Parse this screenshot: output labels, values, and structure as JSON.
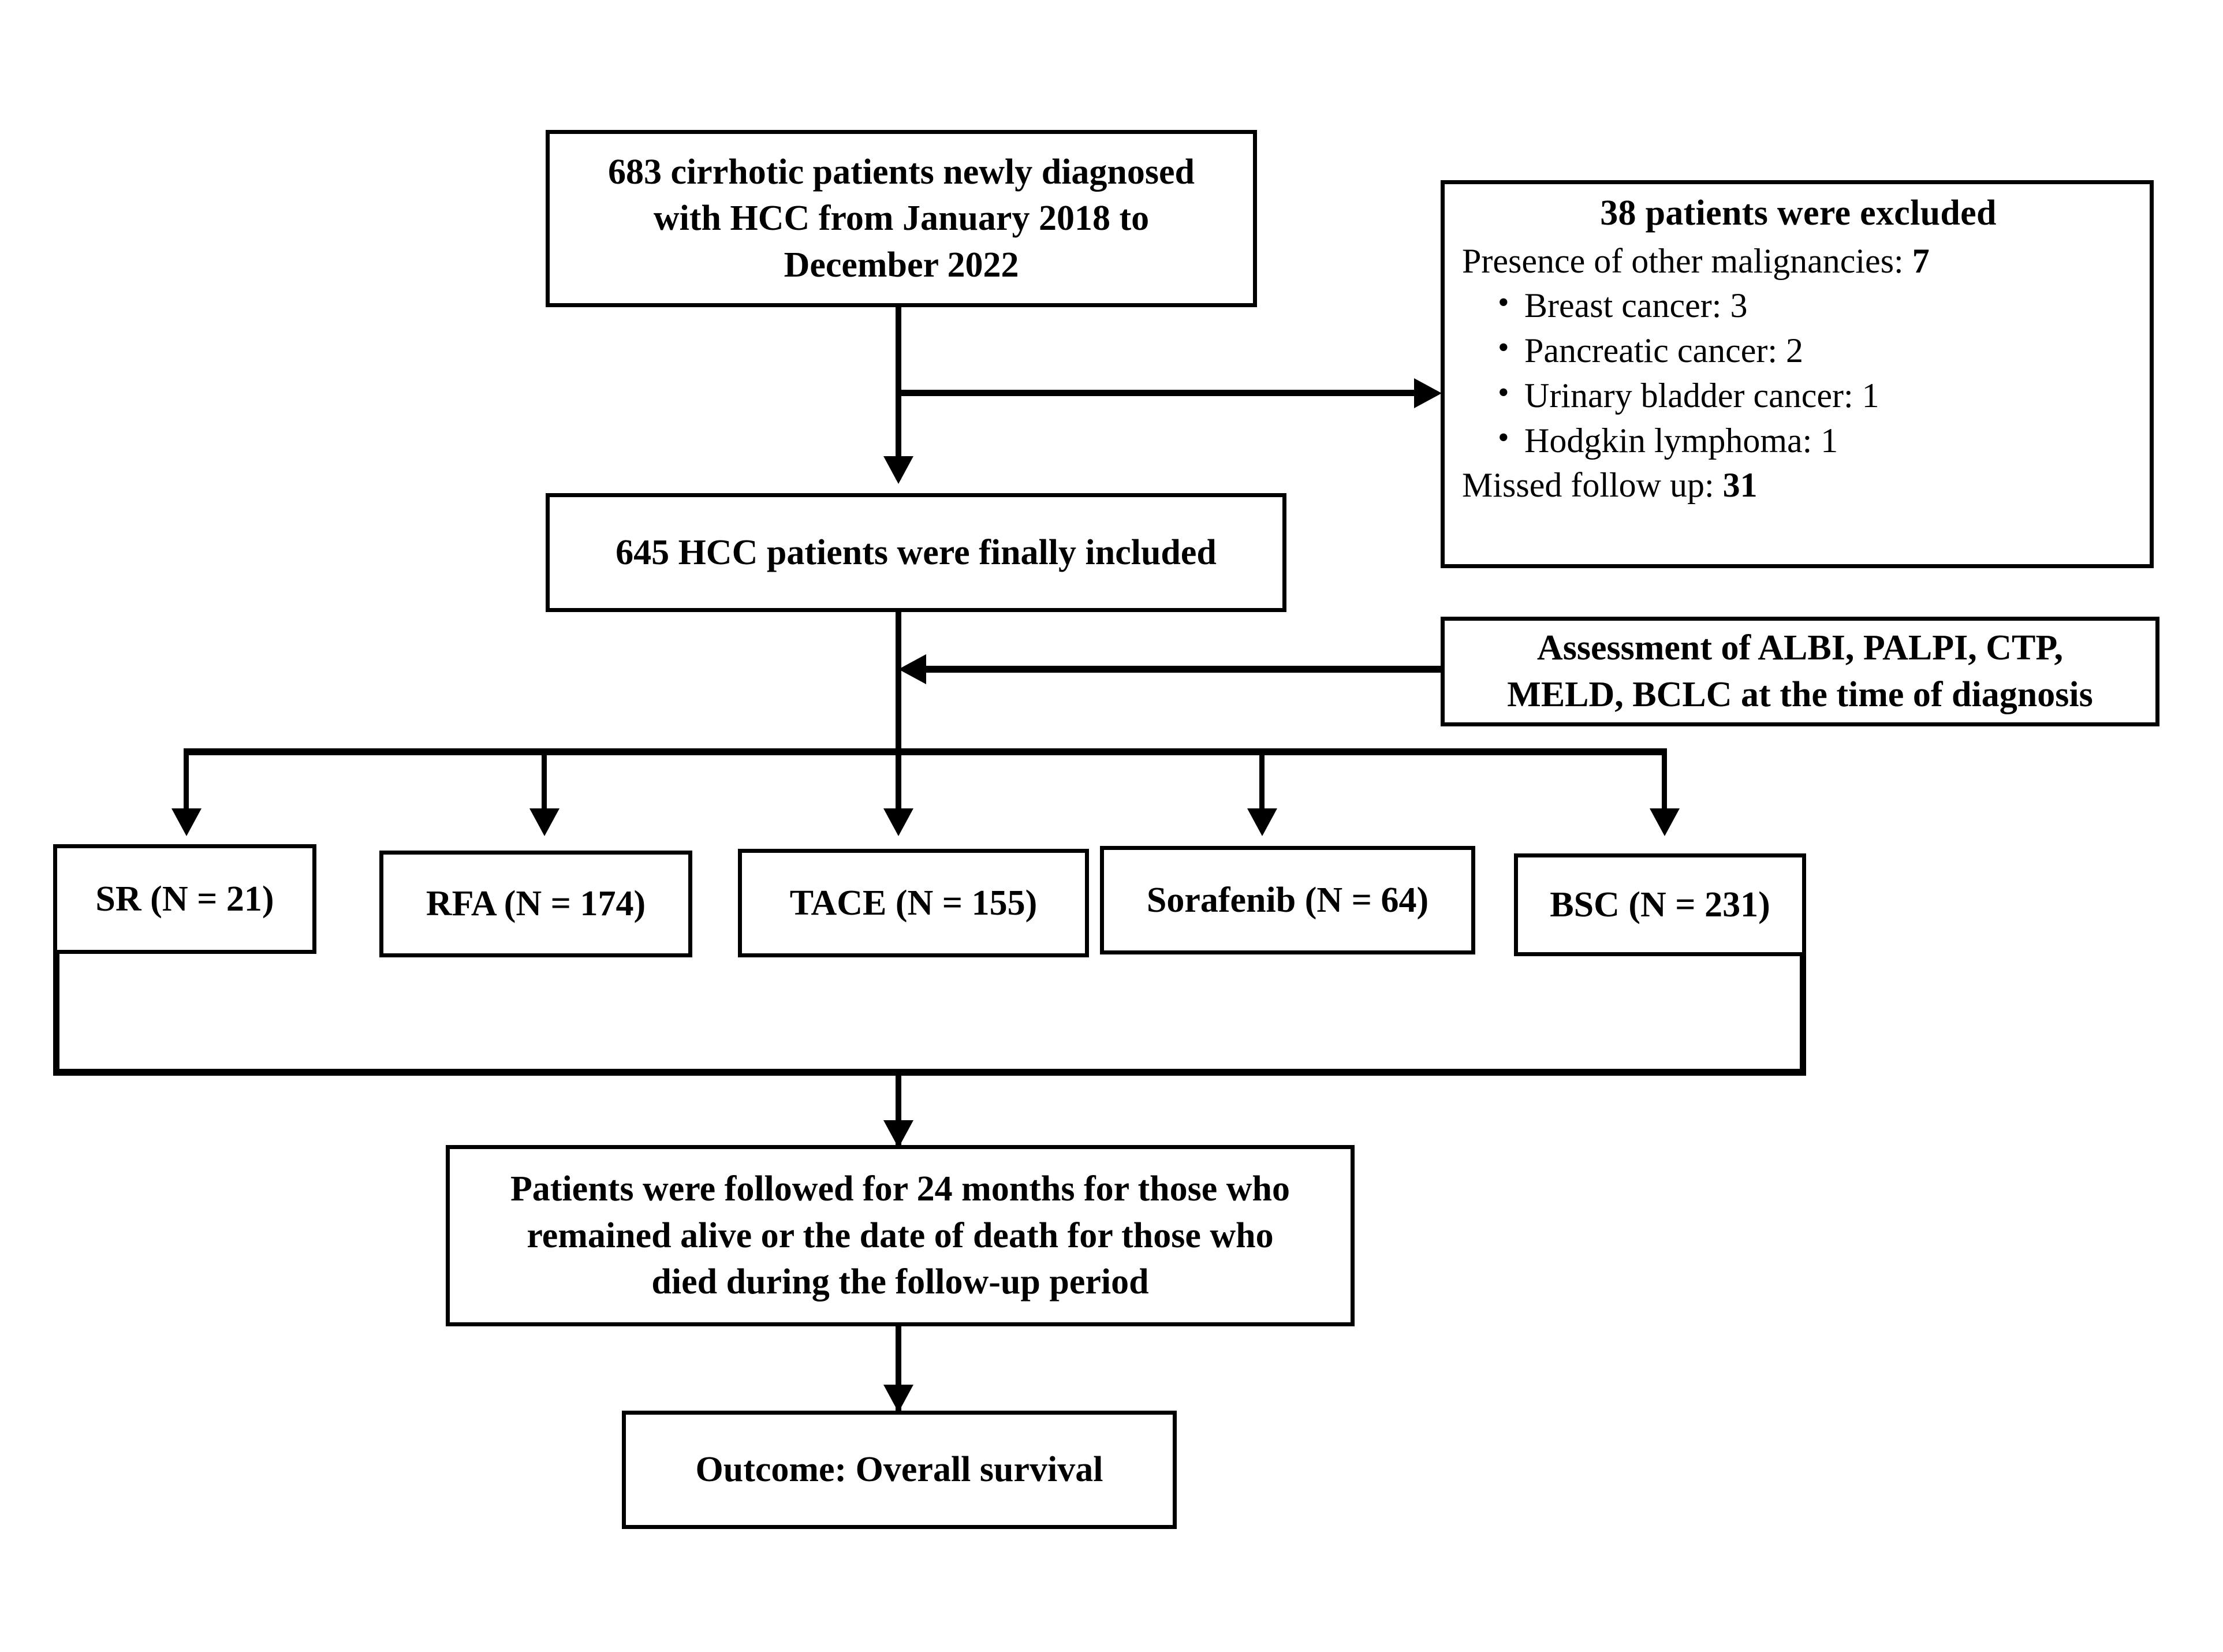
{
  "diagram": {
    "type": "flowchart",
    "title": "HCC patient cohort flow diagram",
    "boxes": {
      "source_cohort": {
        "line1": "683 cirrhotic patients newly diagnosed",
        "line2": "with HCC  from January 2018 to",
        "line3": "December 2022"
      },
      "excluded": {
        "title": "38 patients were excluded",
        "malignancies_label": "Presence of other malignancies: ",
        "malignancies_count": "7",
        "items": [
          {
            "bullet": "•",
            "text": "Breast cancer: 3"
          },
          {
            "bullet": "•",
            "text": "Pancreatic cancer: 2"
          },
          {
            "bullet": "•",
            "text": "Urinary bladder cancer: 1"
          },
          {
            "bullet": "•",
            "text": "Hodgkin lymphoma: 1"
          }
        ],
        "missed_label": "Missed follow up: ",
        "missed_count": "31"
      },
      "included": {
        "text": "645 HCC patients were finally included"
      },
      "assessment": {
        "line1": "Assessment of ALBI, PALPI, CTP,",
        "line2": "MELD, BCLC at the time of diagnosis"
      },
      "treatments": [
        {
          "label": "SR (N = 21)"
        },
        {
          "label": "RFA (N = 174)"
        },
        {
          "label": "TACE (N = 155)"
        },
        {
          "label": "Sorafenib (N = 64)"
        },
        {
          "label": "BSC (N = 231)"
        }
      ],
      "followup": {
        "line1": "Patients were followed for 24 months for those who",
        "line2": "remained alive or the date of death for those who",
        "line3": "died during the follow-up period"
      },
      "outcome": {
        "text": "Outcome: Overall survival"
      }
    },
    "colors": {
      "stroke": "#000000",
      "background": "#ffffff",
      "text": "#000000"
    }
  }
}
